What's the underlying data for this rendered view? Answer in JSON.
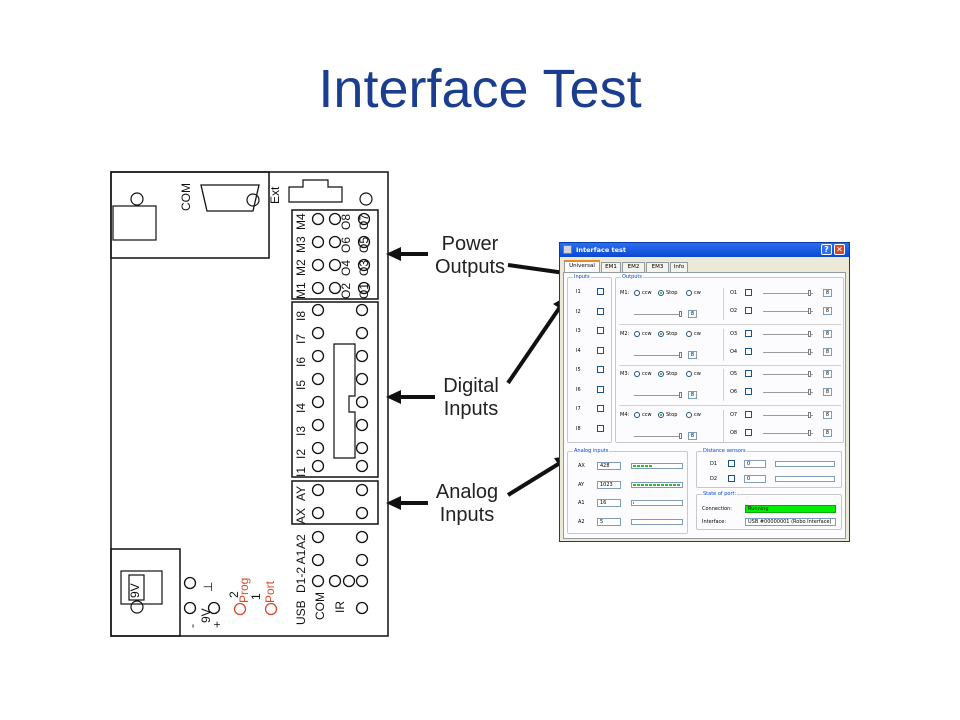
{
  "slide": {
    "title": "Interface Test"
  },
  "board": {
    "com_label": "COM",
    "ext_label": "Ext",
    "motor_labels": [
      "M4",
      "M3",
      "M2",
      "M1"
    ],
    "output_cols": [
      [
        "O8",
        "O6",
        "O4",
        "O2"
      ],
      [
        "O7",
        "O5",
        "O3",
        "O1"
      ]
    ],
    "digital_labels": [
      "I8",
      "I7",
      "I6",
      "I5",
      "I4",
      "I3",
      "I2",
      "I1"
    ],
    "analog_labels": [
      "AY",
      "AX"
    ],
    "lower_labels": [
      "A2",
      "D1-2 A1",
      "USB",
      "COM",
      "IR"
    ],
    "power_labels": [
      "9V",
      "9V",
      "-",
      "+",
      "2",
      "Prog",
      "1",
      "Port",
      "⊥"
    ]
  },
  "callouts": {
    "power": "Power\nOutputs",
    "digital": "Digital\nInputs",
    "analog": "Analog\nInputs"
  },
  "window": {
    "title": "Interface test",
    "help_glyph": "?",
    "close_glyph": "✕",
    "tabs": [
      "Universal",
      "EM1",
      "EM2",
      "EM3",
      "Info"
    ],
    "active_tab": "Universal",
    "inputs_title": "Inputs",
    "inputs": [
      "I1",
      "I2",
      "I3",
      "I4",
      "I5",
      "I6",
      "I7",
      "I8"
    ],
    "outputs_title": "Outputs",
    "motors": [
      {
        "label": "M1:",
        "outs": [
          "O1",
          "O2"
        ]
      },
      {
        "label": "M2:",
        "outs": [
          "O3",
          "O4"
        ]
      },
      {
        "label": "M3:",
        "outs": [
          "O5",
          "O6"
        ]
      },
      {
        "label": "M4:",
        "outs": [
          "O7",
          "O8"
        ]
      }
    ],
    "radio_labels": {
      "ccw": "ccw",
      "stop": "Stop",
      "cw": "cw"
    },
    "selected_direction": "Stop",
    "speed_value": "8",
    "analog_title": "Analog inputs",
    "analog": [
      {
        "label": "AX",
        "value": "428",
        "fraction": 0.42
      },
      {
        "label": "AY",
        "value": "1023",
        "fraction": 1.0
      },
      {
        "label": "A1",
        "value": "16",
        "fraction": 0.03
      },
      {
        "label": "A2",
        "value": "5",
        "fraction": 0.0
      }
    ],
    "distance_title": "Distance sensors",
    "distance": [
      {
        "label": "D1",
        "value": "0"
      },
      {
        "label": "D2",
        "value": "0"
      }
    ],
    "port_title": "State of port:",
    "connection_label": "Connection:",
    "connection_value": "Running",
    "interface_label": "Interface:",
    "interface_value": "USB #00000001 (Robo Interface)"
  },
  "colors": {
    "title": "#1a3d8f",
    "titlebar": "#0a48d0",
    "group_title": "#0046d5",
    "running": "#00ee00",
    "prog_port": "#d84a2a"
  }
}
